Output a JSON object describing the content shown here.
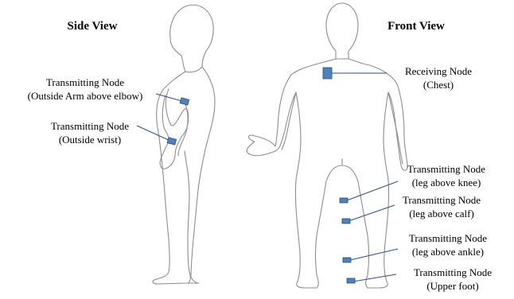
{
  "titles": {
    "side": "Side View",
    "front": "Front View"
  },
  "nodes": {
    "arm": {
      "name": "Transmitting Node",
      "loc": "(Outside Arm above elbow)"
    },
    "wrist": {
      "name": "Transmitting Node",
      "loc": "(Outside wrist)"
    },
    "chest": {
      "name": "Receiving Node",
      "loc": "(Chest)"
    },
    "knee": {
      "name": "Transmitting Node",
      "loc": "(leg above knee)"
    },
    "calf": {
      "name": "Transmitting Node",
      "loc": "(leg above calf)"
    },
    "ankle": {
      "name": "Transmitting Node",
      "loc": "(leg above ankle)"
    },
    "foot": {
      "name": "Transmitting Node",
      "loc": "(Upper foot)"
    }
  },
  "colors": {
    "node_fill": "#4f81bd",
    "leader_line": "#2f4f86",
    "body_outline": "#8e8e8e"
  }
}
